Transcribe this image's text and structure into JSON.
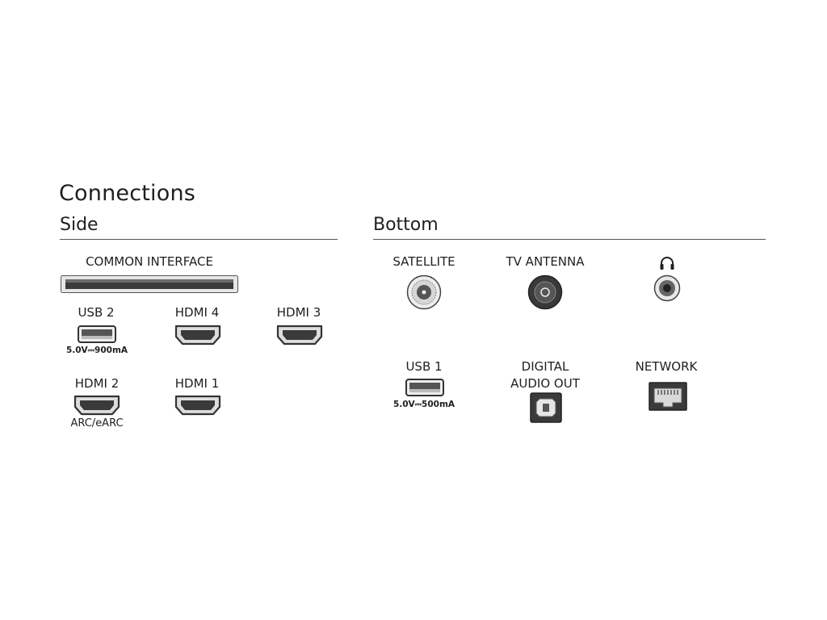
{
  "title": "Connections",
  "sections": {
    "side": "Side",
    "bottom": "Bottom"
  },
  "side": {
    "common_interface": "COMMON INTERFACE",
    "usb2": {
      "label": "USB 2",
      "spec": "5.0V⎓900mA"
    },
    "hdmi4": "HDMI 4",
    "hdmi3": "HDMI 3",
    "hdmi2": {
      "label": "HDMI 2",
      "sub": "ARC/eARC"
    },
    "hdmi1": "HDMI 1"
  },
  "bottom": {
    "satellite": "SATELLITE",
    "tv_antenna": "TV ANTENNA",
    "headphone_icon": "headphone-icon",
    "usb1": {
      "label": "USB 1",
      "spec": "5.0V⎓500mA"
    },
    "digital_audio_out": [
      "DIGITAL",
      "AUDIO OUT"
    ],
    "network": "NETWORK"
  },
  "colors": {
    "port_frame": "#333333",
    "port_fill": "#f4f4f4",
    "rule": "#555555"
  }
}
